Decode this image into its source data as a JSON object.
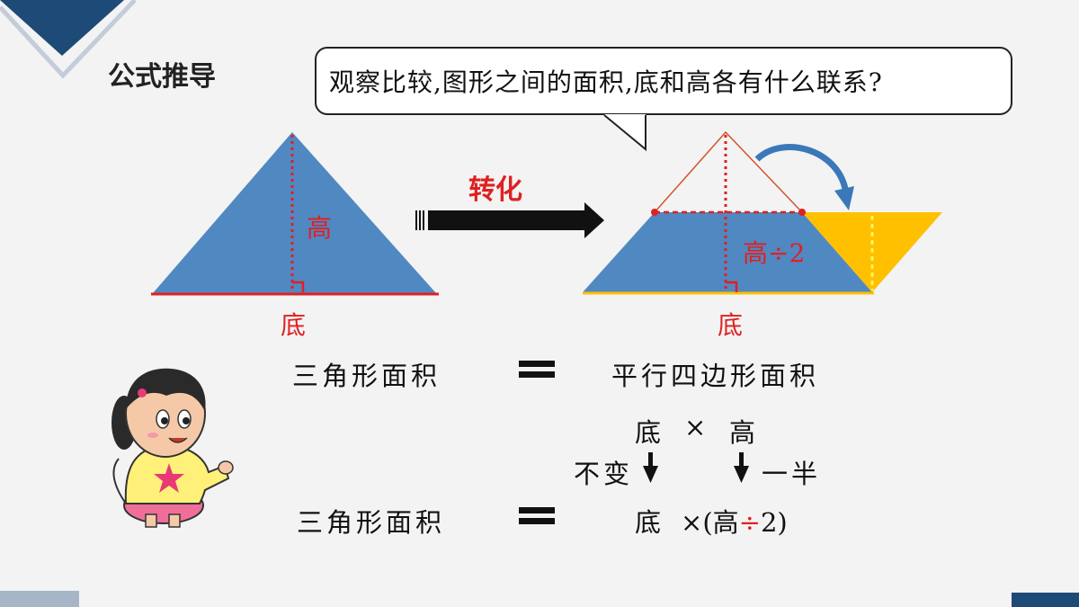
{
  "header": {
    "section_title": "公式推导"
  },
  "speech_bubble": {
    "text": "观察比较,图形之间的面积,底和高各有什么联系?"
  },
  "left_figure": {
    "height_label": "高",
    "base_label": "底"
  },
  "transform": {
    "label": "转化"
  },
  "right_figure": {
    "height_label": "高÷2",
    "base_label": "底"
  },
  "formulas": {
    "row1_left": "三角形面积",
    "row1_right": "平行四边形面积",
    "row2_base": "底",
    "row2_times": "×",
    "row2_height": "高",
    "note_unchanged": "不变",
    "note_half": "一半",
    "row3_left": "三角形面积",
    "row3_base": "底",
    "row3_times": "×(高",
    "row3_divide": "÷",
    "row3_tail": "2)"
  },
  "colors": {
    "shape_blue": "#5088c2",
    "shape_yellow": "#ffc000",
    "accent_red": "#e02020",
    "corner_navy": "#1e4a78"
  }
}
